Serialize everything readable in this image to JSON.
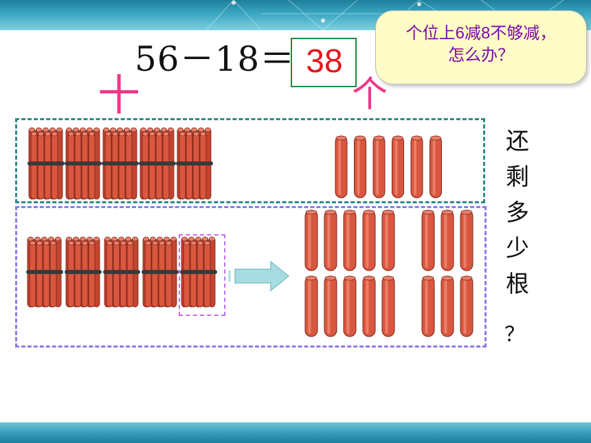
{
  "equation": {
    "text": "56－18＝",
    "answer": "38"
  },
  "speech_bubble": {
    "line1": "个位上6减8不够减，",
    "line2": "怎么办？"
  },
  "place_labels": {
    "tens": "十",
    "ones": "个"
  },
  "question": {
    "chars": [
      "还",
      "剩",
      "多",
      "少",
      "根"
    ],
    "mark": "？"
  },
  "counts": {
    "top_bundles": 5,
    "top_single_sticks": 6,
    "bottom_bundles": 5,
    "bottom_loose_sticks": 16
  },
  "colors": {
    "stick": "#d9573f",
    "answer": "#e8141c",
    "bubble_text": "#7d0aa6",
    "labels": "#f2368a",
    "answer_border": "#1e8b3a",
    "top_box_border": "#2d8a86",
    "bottom_box_border": "#8a7cf0",
    "bundle_box_border": "#c66cf2",
    "arrow": "#a7dde0"
  },
  "icons": {
    "arrow": "right-arrow-icon",
    "bundle": "stick-bundle-icon",
    "stick": "single-stick-icon"
  }
}
